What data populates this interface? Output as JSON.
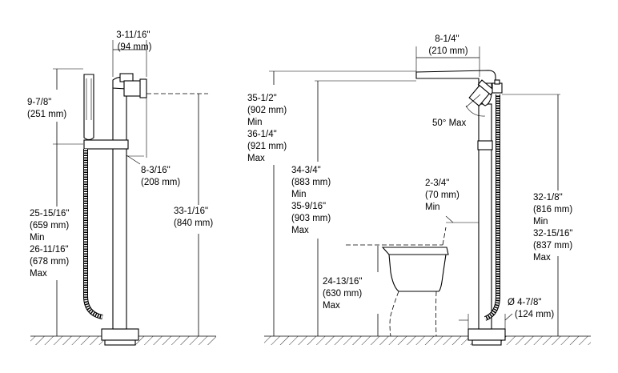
{
  "left_view": {
    "top_width": [
      "3-11/16\"",
      "(94 mm)"
    ],
    "spout_height": [
      "9-7/8\"",
      "(251 mm)"
    ],
    "spout_depth": [
      "8-3/16\"",
      "(208 mm)"
    ],
    "overall_height": [
      "33-1/16\"",
      "(840 mm)"
    ],
    "handshower_height": [
      "25-15/16\"",
      "(659 mm)",
      "Min",
      "26-11/16\"",
      "(678 mm)",
      "Max"
    ]
  },
  "right_view": {
    "spout_reach": [
      "8-1/4\"",
      "(210 mm)"
    ],
    "top_height": [
      "35-1/2\"",
      "(902 mm)",
      "Min",
      "36-1/4\"",
      "(921 mm)",
      "Max"
    ],
    "rotation": "50° Max",
    "spout_height": [
      "34-3/4\"",
      "(883 mm)",
      "Min",
      "35-9/16\"",
      "(903 mm)",
      "Max"
    ],
    "tub_clearance": [
      "2-3/4\"",
      "(70 mm)",
      "Min"
    ],
    "side_height": [
      "32-1/8\"",
      "(816 mm)",
      "Min",
      "32-15/16\"",
      "(837 mm)",
      "Max"
    ],
    "tub_height": [
      "24-13/16\"",
      "(630 mm)",
      "Max"
    ],
    "base_diameter": [
      "Ø 4-7/8\"",
      "(124 mm)"
    ]
  }
}
